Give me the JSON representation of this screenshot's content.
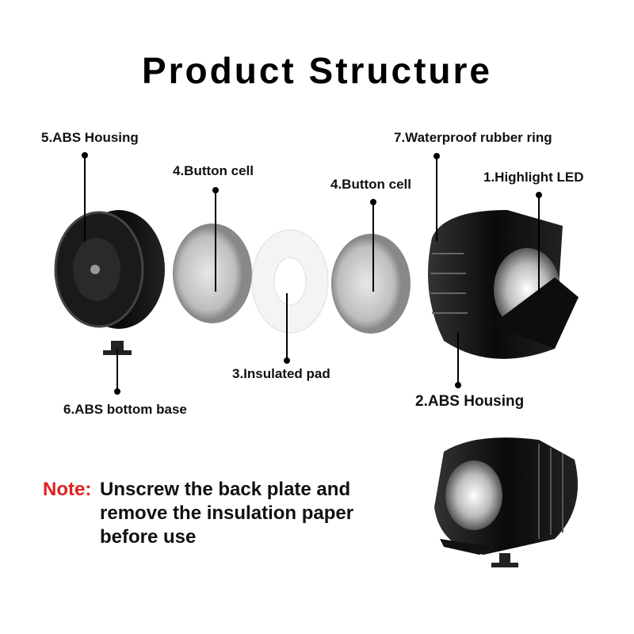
{
  "title": "Product Structure",
  "labels": {
    "abs_housing_back": "5.ABS Housing",
    "button_cell_1": "4.Button cell",
    "button_cell_2": "4.Button cell",
    "rubber_ring": "7.Waterproof rubber ring",
    "highlight_led": "1.Highlight LED",
    "insulated_pad": "3.Insulated pad",
    "bottom_base": "6.ABS bottom base",
    "abs_housing_front": "2.ABS Housing"
  },
  "note": {
    "label": "Note:",
    "text": "Unscrew the back plate and remove the insulation paper before use"
  },
  "colors": {
    "note": "#e02020",
    "housing": "#111111",
    "cell": "#c8c8c8"
  }
}
